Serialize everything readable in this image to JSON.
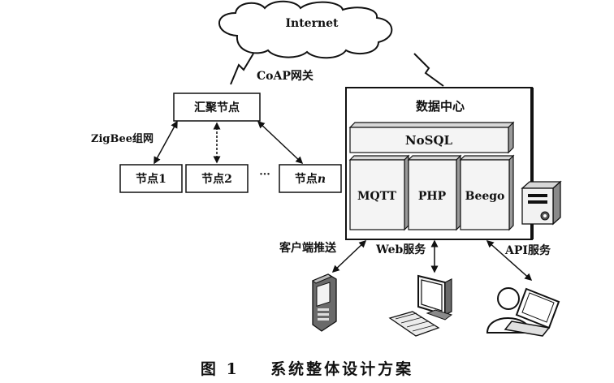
{
  "cloud": {
    "label": "Internet"
  },
  "gateway": {
    "label": "CoAP网关"
  },
  "sink": {
    "label": "汇聚节点"
  },
  "zigbee": {
    "label": "ZigBee组网"
  },
  "nodes": {
    "node1": "节点1",
    "node2": "节点2",
    "ellipsis": "···",
    "noden_prefix": "节点",
    "noden_suffix": "n"
  },
  "datacenter": {
    "title": "数据中心",
    "nosql": "NoSQL",
    "modules": [
      "MQTT",
      "PHP",
      "Beego"
    ]
  },
  "services": {
    "push": "客户端推送",
    "web": "Web服务",
    "api": "API服务"
  },
  "icons": [
    "server-icon",
    "mobile-phone-icon",
    "desktop-computer-icon",
    "laptop-user-icon"
  ],
  "caption": "图 1    系统整体设计方案"
}
